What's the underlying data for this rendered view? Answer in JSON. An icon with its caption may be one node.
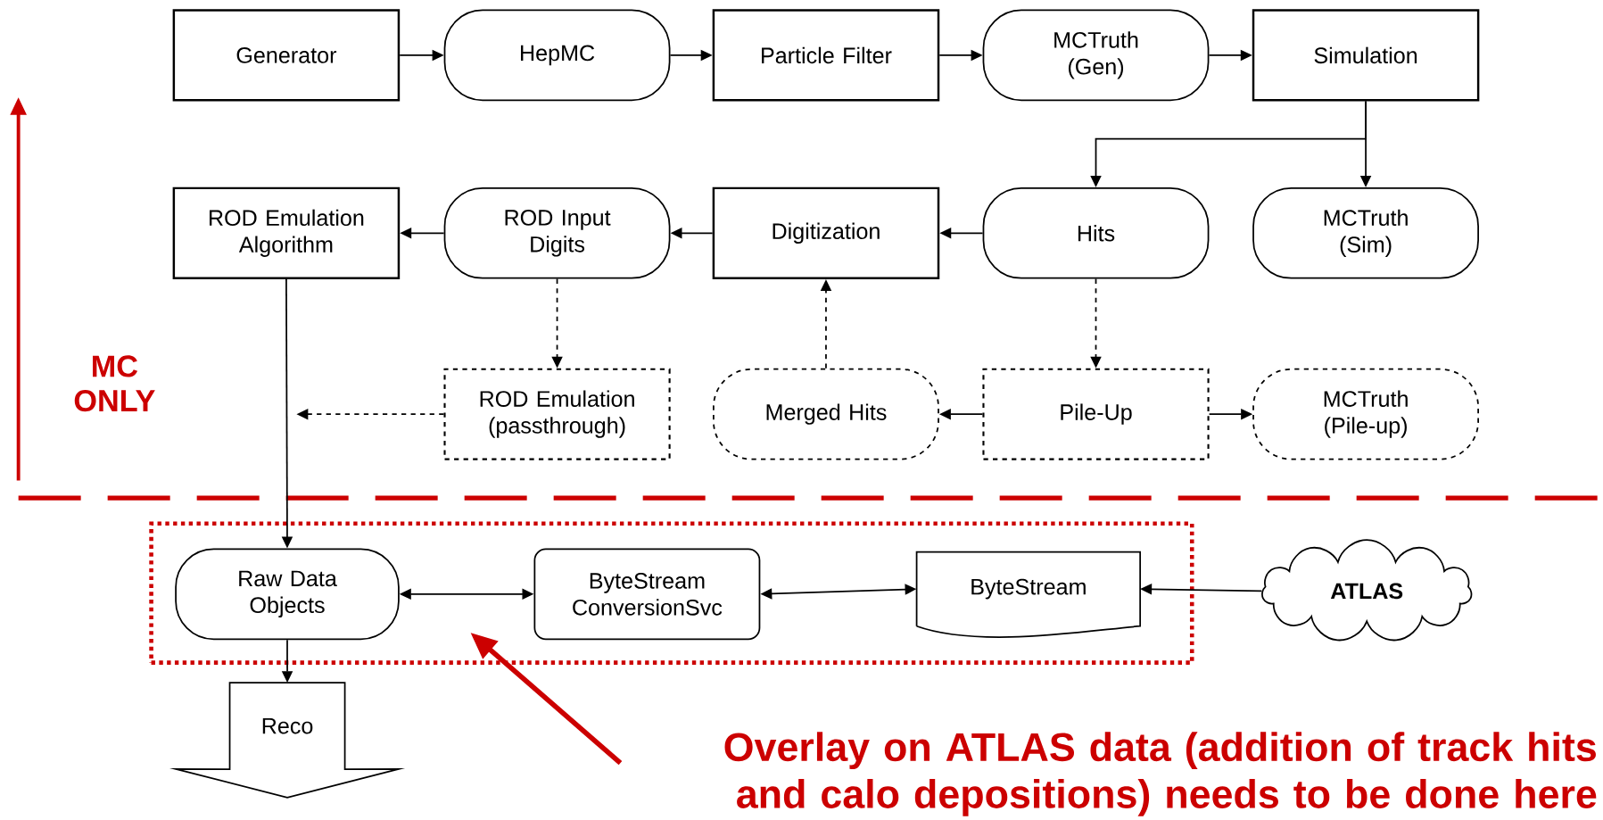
{
  "diagram": {
    "nodes": [
      {
        "text": [
          "Generator"
        ]
      },
      {
        "text": [
          "HepMC"
        ]
      },
      {
        "text": [
          "Particle Filter"
        ]
      },
      {
        "text": [
          "MCTruth (Gen)"
        ]
      },
      {
        "text": [
          "Simulation"
        ]
      },
      {
        "text": [
          "ROD Emulation Algorithm"
        ]
      },
      {
        "text": [
          "ROD Input Digits"
        ]
      },
      {
        "text": [
          "Digitization"
        ]
      },
      {
        "text": [
          "Hits"
        ]
      },
      {
        "text": [
          "MCTruth (Sim)"
        ]
      },
      {
        "text": [
          "ROD Emulation (passthrough)"
        ]
      },
      {
        "text": [
          "Merged Hits"
        ]
      },
      {
        "text": [
          "Pile-Up"
        ]
      },
      {
        "text": [
          "MCTruth (Pile-up)"
        ]
      },
      {
        "text": [],
        "shape": "box"
      },
      {
        "text": [
          "Raw Data Objects"
        ],
        "in": 14
      },
      {
        "text": [
          "ByteStream ConversionSvc"
        ],
        "in": 14
      },
      {
        "text": [
          "ByteStream"
        ],
        "in": 14
      },
      {
        "text": [
          "ATLAS"
        ]
      },
      {
        "text": [
          "Reco"
        ]
      },
      {
        "text": [
          "Overlay on ATLAS data (addition of track hits and calo depositions) needs to be done here"
        ]
      }
    ],
    "edges": [
      {
        "from": 0,
        "to": 1,
        "arrow": "to"
      },
      {
        "from": 1,
        "to": 2,
        "arrow": "to"
      },
      {
        "from": 2,
        "to": 3,
        "arrow": "to"
      },
      {
        "from": 3,
        "to": 4,
        "arrow": "to"
      },
      {
        "from": 4,
        "to": 8,
        "arrow": "to"
      },
      {
        "from": 4,
        "to": 9,
        "arrow": "to"
      },
      {
        "from": 8,
        "to": 7,
        "arrow": "to"
      },
      {
        "from": 7,
        "to": 6,
        "arrow": "to"
      },
      {
        "from": 6,
        "to": 5,
        "arrow": "to"
      },
      {
        "from": 6,
        "to": 10,
        "arrow": "to",
        "style": "dashed"
      },
      {
        "from": 8,
        "to": 12,
        "arrow": "to",
        "style": "dashed"
      },
      {
        "from": 12,
        "to": 11,
        "arrow": "to"
      },
      {
        "from": 12,
        "to": 13,
        "arrow": "to"
      },
      {
        "from": 11,
        "to": 7,
        "arrow": "to",
        "style": "dashed"
      },
      {
        "from": 10,
        "to": null,
        "arrow": "to",
        "style": "dashed"
      },
      {
        "from": 5,
        "to": 15,
        "arrow": "to"
      },
      {
        "from": 15,
        "to": 16,
        "arrow": "both"
      },
      {
        "from": 16,
        "to": 17,
        "arrow": "both"
      },
      {
        "from": 18,
        "to": 17,
        "arrow": "to"
      },
      {
        "from": 15,
        "to": 19,
        "arrow": "to"
      },
      {
        "from": 20,
        "to": 14,
        "arrow": "to",
        "style": "thick",
        "color": "#cc0000"
      }
    ],
    "labels": [
      "MC ONLY"
    ]
  }
}
